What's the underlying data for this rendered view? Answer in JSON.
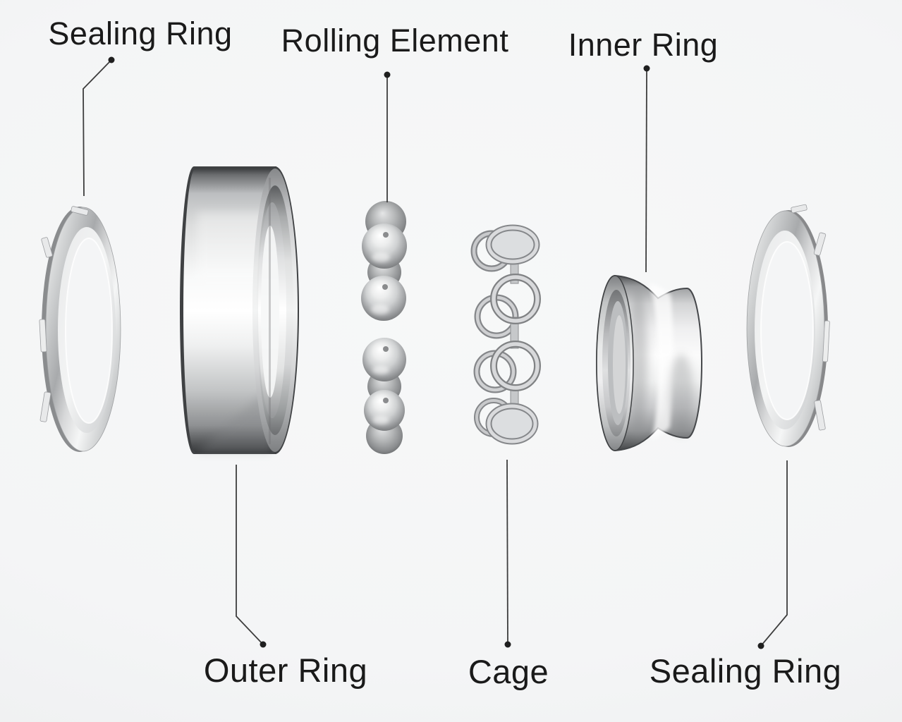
{
  "labels": {
    "sealing_ring_left": "Sealing Ring",
    "rolling_element": "Rolling Element",
    "inner_ring": "Inner Ring",
    "outer_ring": "Outer Ring",
    "cage": "Cage",
    "sealing_ring_right": "Sealing Ring"
  },
  "parts_left_to_right": [
    "Sealing Ring",
    "Outer Ring",
    "Rolling Element",
    "Cage",
    "Inner Ring",
    "Sealing Ring"
  ],
  "palette": {
    "background": "#f4f5f6",
    "label_text": "#1a1a1a",
    "leader_line": "#3d3d3d",
    "leader_dot": "#1f1f1f",
    "metal_highlight": "#ffffff",
    "metal_mid": "#c4c6c8",
    "metal_shadow": "#5a5c5e",
    "metal_edge": "#3f4143"
  }
}
